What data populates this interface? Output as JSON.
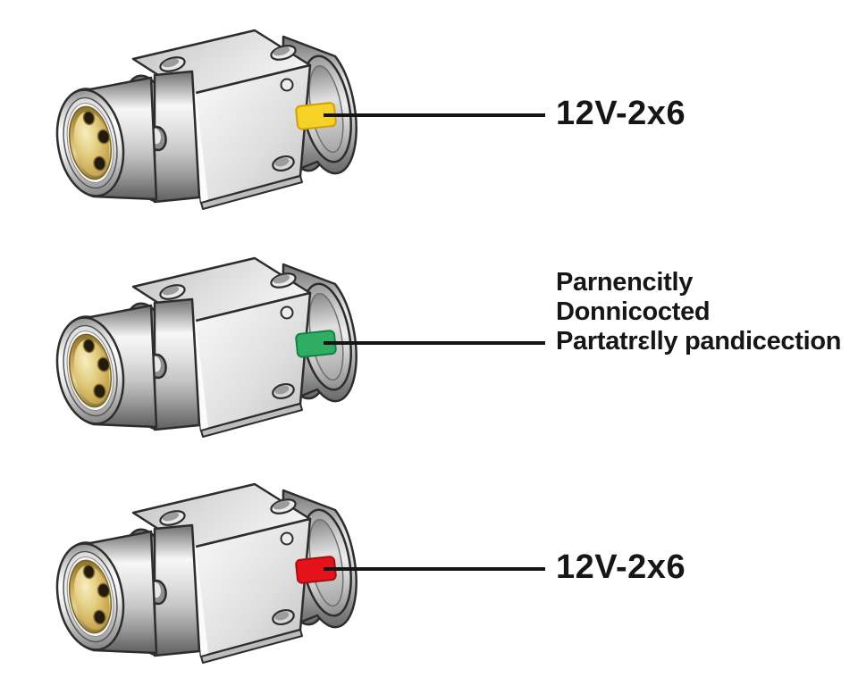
{
  "figure": {
    "background_hex": "#ffffff",
    "leader_line_hex": "#151515",
    "text_hex": "#161616",
    "rows": [
      {
        "id": "top",
        "connector": "metal-connector-with-yellow-indicator",
        "indicator": {
          "color_name": "yellow",
          "color_hex": "#F5D228",
          "border_hex": "#D39E06"
        },
        "label_lines": [
          "12V-2x6"
        ]
      },
      {
        "id": "middle",
        "connector": "metal-connector-with-green-indicator",
        "indicator": {
          "color_name": "green",
          "color_hex": "#2FAE63",
          "border_hex": "#128148"
        },
        "label_lines": [
          "Parnencitly",
          "Donnicocted",
          "Partatrεlly pandicection"
        ]
      },
      {
        "id": "bottom",
        "connector": "metal-connector-with-red-indicator",
        "indicator": {
          "color_name": "red",
          "color_hex": "#E41319",
          "border_hex": "#A50D12"
        },
        "label_lines": [
          "12V-2x6"
        ]
      }
    ]
  }
}
